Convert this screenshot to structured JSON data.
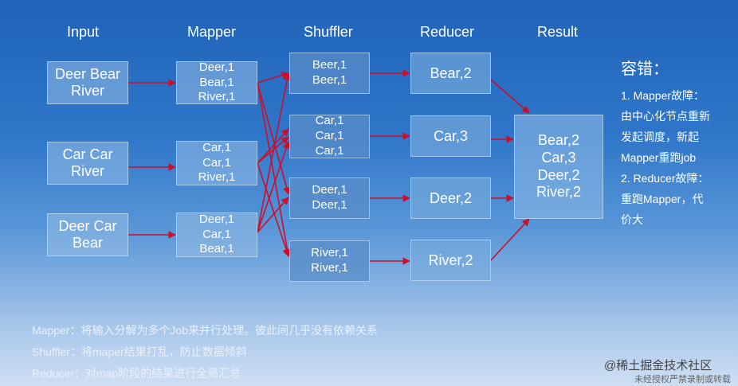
{
  "headers": [
    "Input",
    "Mapper",
    "Shuffler",
    "Reducer",
    "Result"
  ],
  "inputs": [
    [
      "Deer Bear",
      "River"
    ],
    [
      "Car Car",
      "River"
    ],
    [
      "Deer Car",
      "Bear"
    ]
  ],
  "mappers": [
    [
      "Deer,1",
      "Bear,1",
      "River,1"
    ],
    [
      "Car,1",
      "Car,1",
      "River,1"
    ],
    [
      "Deer,1",
      "Car,1",
      "Bear,1"
    ]
  ],
  "shufflers": [
    [
      "Beer,1",
      "Beer,1"
    ],
    [
      "Car,1",
      "Car,1",
      "Car,1"
    ],
    [
      "Deer,1",
      "Deer,1"
    ],
    [
      "River,1",
      "River,1"
    ]
  ],
  "reducers": [
    "Bear,2",
    "Car,3",
    "Deer,2",
    "River,2"
  ],
  "result": [
    "Bear,2",
    "Car,3",
    "Deer,2",
    "River,2"
  ],
  "sidebar": {
    "title": "容错：",
    "lines": [
      "1. Mapper故障：",
      "由中心化节点重新",
      "发起调度，新起",
      "Mapper重跑job",
      "2. Reducer故障：",
      "重跑Mapper，代",
      "价大"
    ]
  },
  "notes": [
    "Mapper：将输入分解为多个Job来并行处理。彼此间几乎没有依赖关系",
    "Shuffler：将maper结果打乱，防止数据倾斜",
    "Reducer：对map阶段的结果进行全局汇总"
  ],
  "branding": {
    "site": "@稀土掘金技术社区",
    "notice": "未经授权严禁录制或转载"
  },
  "colors": {
    "arrow": "#c8102e"
  }
}
